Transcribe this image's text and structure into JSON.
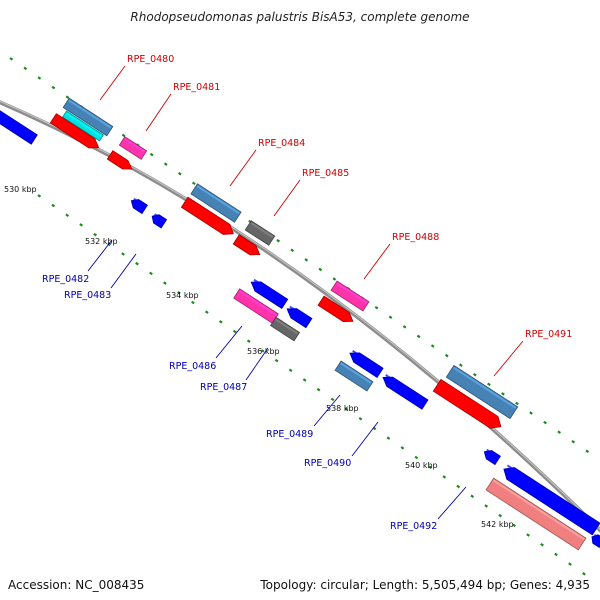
{
  "title": "Rhodopseudomonas palustris BisA53, complete genome",
  "accession_text": "Accession: NC_008435",
  "info_text": "Topology: circular; Length: 5,505,494 bp; Genes: 4,935",
  "colors": {
    "backbone": "#8c8c8c",
    "cds_outer": "#4682b4",
    "cds_inner": "#ff0000",
    "other_outer": "#0000ff",
    "trna_cyan": "#00e0e0",
    "pink": "#ff33aa",
    "gray_gene": "#666666",
    "salmon": "#f08080",
    "tick_green": "#1a8c1a",
    "label_forward": "#cc0000",
    "label_reverse": "#0000aa"
  },
  "scale_labels": [
    "530 kbp",
    "532 kbp",
    "534 kbp",
    "536 kbp",
    "538 kbp",
    "540 kbp",
    "542 kbp"
  ],
  "gene_labels_forward": [
    "RPE_0480",
    "RPE_0481",
    "RPE_0484",
    "RPE_0485",
    "RPE_0488",
    "RPE_0491"
  ],
  "gene_labels_reverse": [
    "RPE_0482",
    "RPE_0483",
    "RPE_0486",
    "RPE_0487",
    "RPE_0489",
    "RPE_0490",
    "RPE_0492"
  ]
}
